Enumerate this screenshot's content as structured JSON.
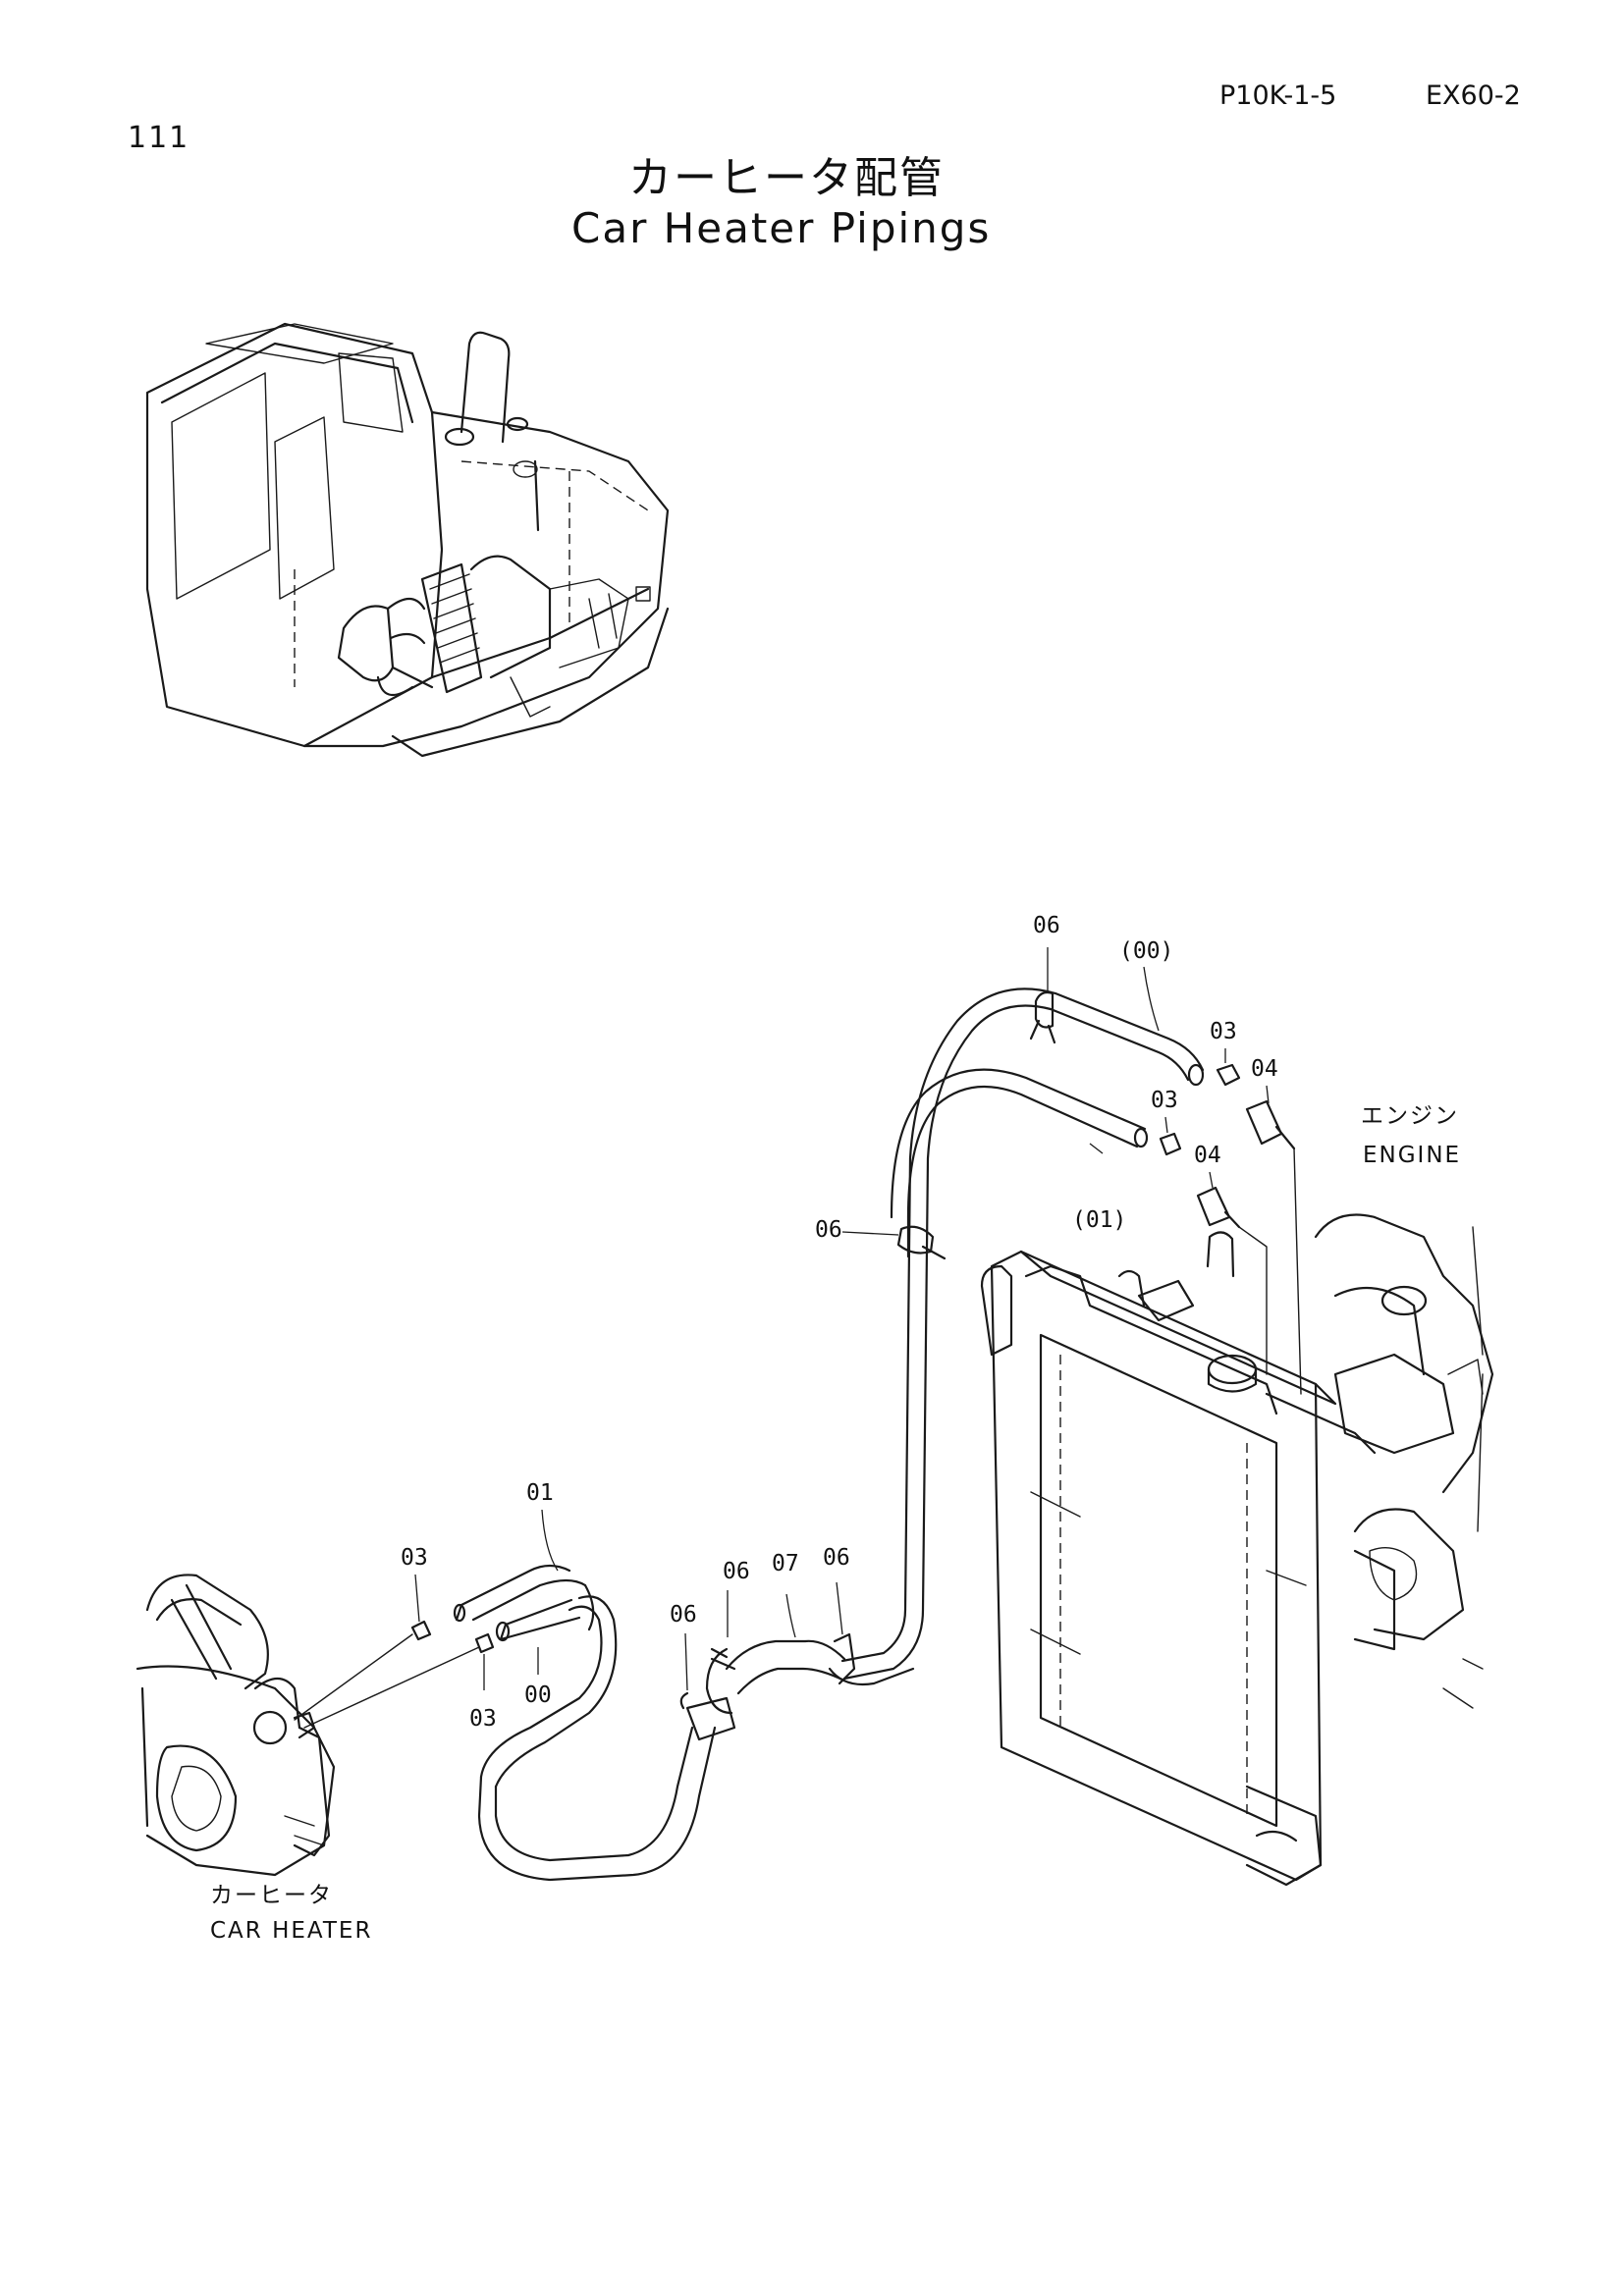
{
  "header": {
    "page_number": "111",
    "doc_code": "P10K-1-5",
    "model": "EX60-2",
    "title_jp": "カーヒータ配管",
    "title_en": "Car Heater Pipings"
  },
  "diagram": {
    "captions": {
      "engine_jp": "エンジン",
      "engine_en": "ENGINE",
      "heater_jp": "カーヒータ",
      "heater_en": "CAR  HEATER"
    },
    "callouts": [
      "06",
      "(00)",
      "03",
      "04",
      "03",
      "04",
      "(01)",
      "06",
      "01",
      "03",
      "00",
      "03",
      "06",
      "07",
      "06",
      "06"
    ]
  }
}
